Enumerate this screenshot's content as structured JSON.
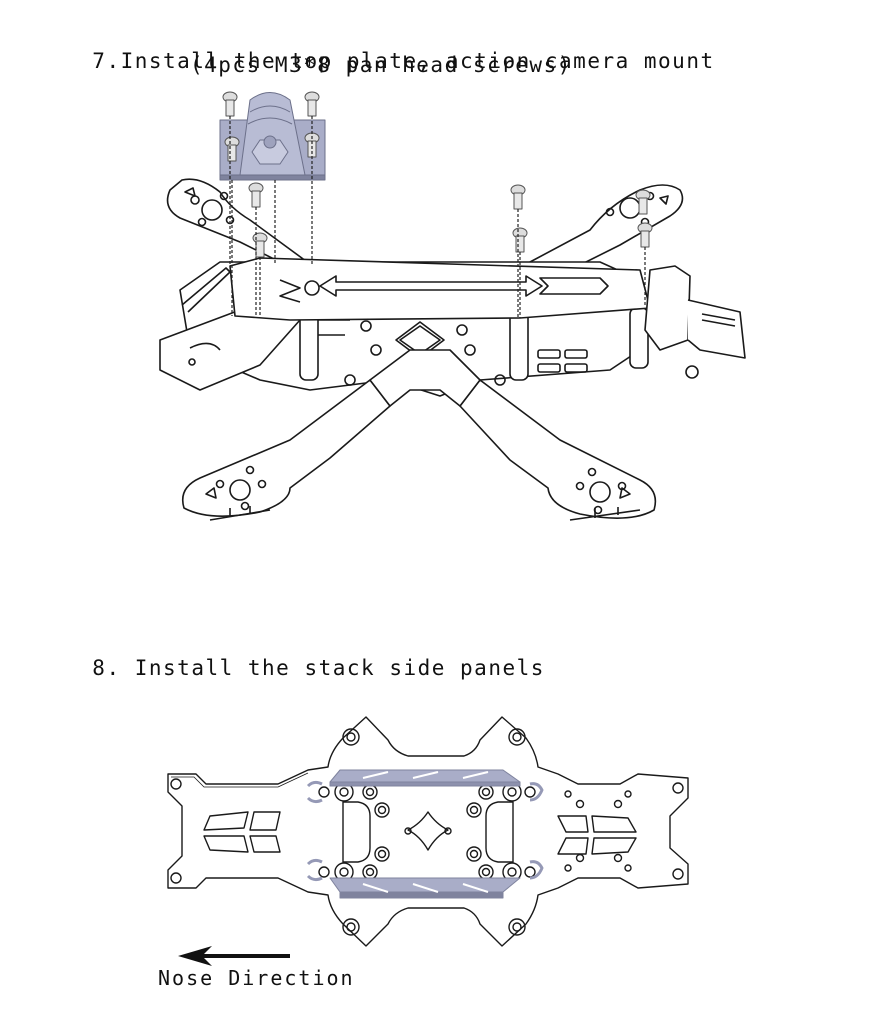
{
  "step7": {
    "number": "7.",
    "title": "Install the top plate, action camera mount",
    "subtitle": "(4pcs M3*8 pan head screws)"
  },
  "step8": {
    "number": "8.",
    "title": "Install the stack side panels"
  },
  "nose_direction": {
    "label": "Nose Direction",
    "arrow": "arrow-left-icon"
  },
  "colors": {
    "line": "#1a1a1a",
    "part_highlight": "#a9adc8",
    "part_shadow": "#7f839e",
    "screw": "#d8d8d8"
  }
}
